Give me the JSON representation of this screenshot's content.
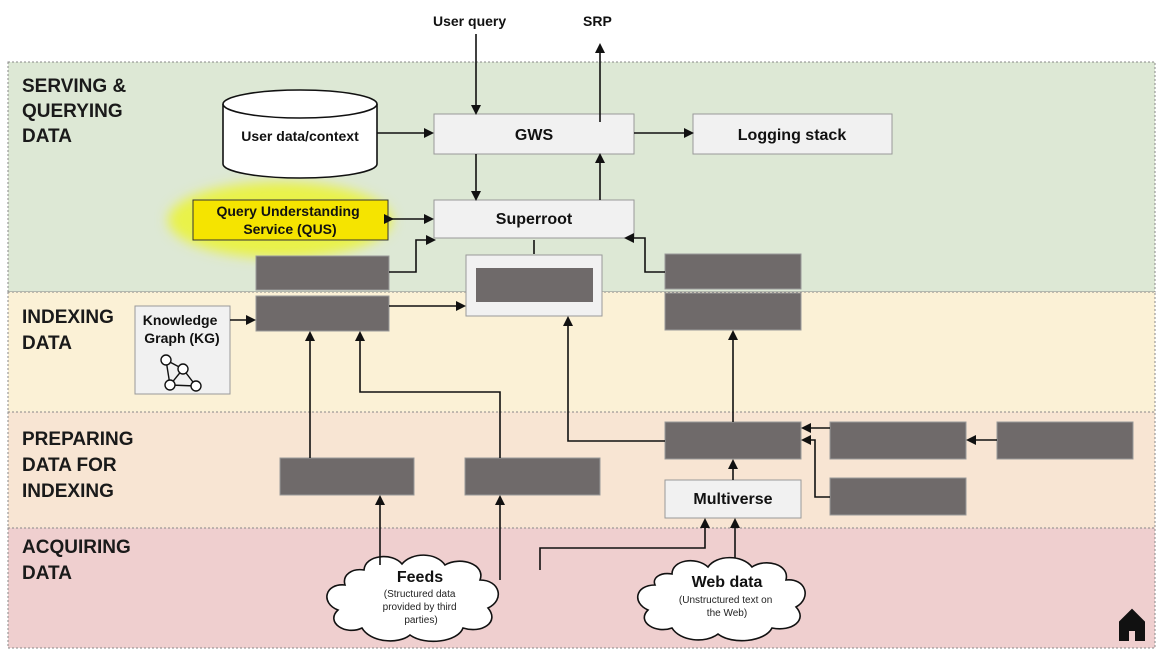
{
  "top_inputs": {
    "user_query": "User query",
    "srp": "SRP"
  },
  "bands": [
    {
      "id": "serving",
      "lines": [
        "SERVING &",
        "QUERYING",
        "DATA"
      ],
      "color": "#dde8d5"
    },
    {
      "id": "indexing",
      "lines": [
        "INDEXING",
        "DATA"
      ],
      "color": "#fbf1d6"
    },
    {
      "id": "preparing",
      "lines": [
        "PREPARING",
        "DATA FOR",
        "INDEXING"
      ],
      "color": "#f8e5d3"
    },
    {
      "id": "acquiring",
      "lines": [
        "ACQUIRING",
        "DATA"
      ],
      "color": "#efcfcf"
    }
  ],
  "nodes": {
    "user_data": "User data/context",
    "gws": "GWS",
    "logging": "Logging stack",
    "qus": [
      "Query Understanding",
      "Service (QUS)"
    ],
    "superroot": "Superroot",
    "kg": [
      "Knowledge",
      "Graph (KG)"
    ],
    "multiverse": "Multiverse",
    "feeds_title": "Feeds",
    "feeds_sub": [
      "(Structured data",
      "provided by third",
      "parties)"
    ],
    "web_title": "Web data",
    "web_sub": [
      "(Unstructured text on",
      "the Web)"
    ]
  },
  "colors": {
    "highlight": "#e9f24a",
    "qus_box": "#f5e400",
    "redacted": "#6f6a6a",
    "box_fill": "#f1f1f1"
  },
  "icons": [
    "home-icon",
    "graph-icon",
    "database-icon"
  ]
}
